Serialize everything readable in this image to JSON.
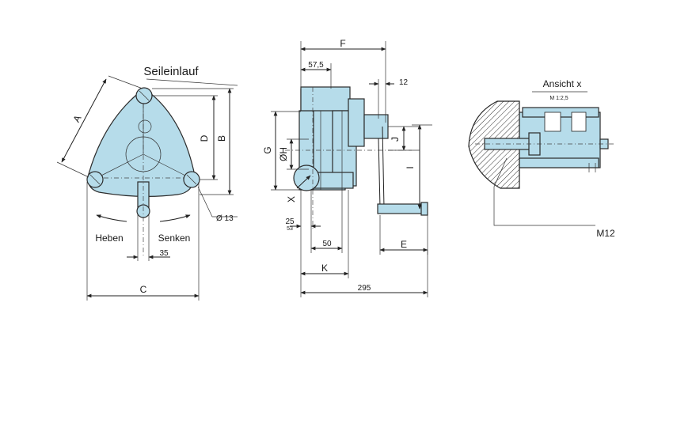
{
  "front_view": {
    "title": "Seileinlauf",
    "dim_A": "A",
    "dim_B": "B",
    "dim_C": "C",
    "dim_D": "D",
    "dim_35": "35",
    "hole_diameter": "Ø 13",
    "lower_label": "Heben",
    "raise_label": "Senken"
  },
  "side_view": {
    "dim_F": "F",
    "dim_57_5": "57,5",
    "dim_12": "12",
    "dim_G": "G",
    "dim_H": "ØH",
    "dim_J": "J",
    "dim_I": "I",
    "dim_X": "X",
    "dim_25": "25",
    "dim_50": "50",
    "dim_E": "E",
    "dim_K": "K",
    "dim_295": "295"
  },
  "detail_view": {
    "title": "Ansicht x",
    "scale": "M 1:2,5",
    "bolt": "M12"
  },
  "colors": {
    "part_fill": "#b6dcea",
    "line": "#222222"
  }
}
